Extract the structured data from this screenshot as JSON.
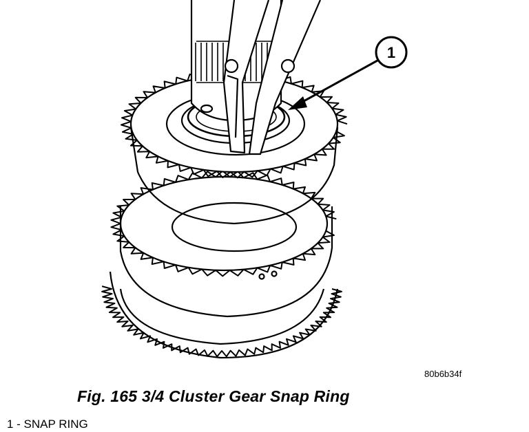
{
  "callout": {
    "number": "1"
  },
  "image_code": "80b6b34f",
  "caption": "Fig. 165 3/4 Cluster Gear Snap Ring",
  "legend": [
    {
      "text": "1 - SNAP RING"
    }
  ]
}
